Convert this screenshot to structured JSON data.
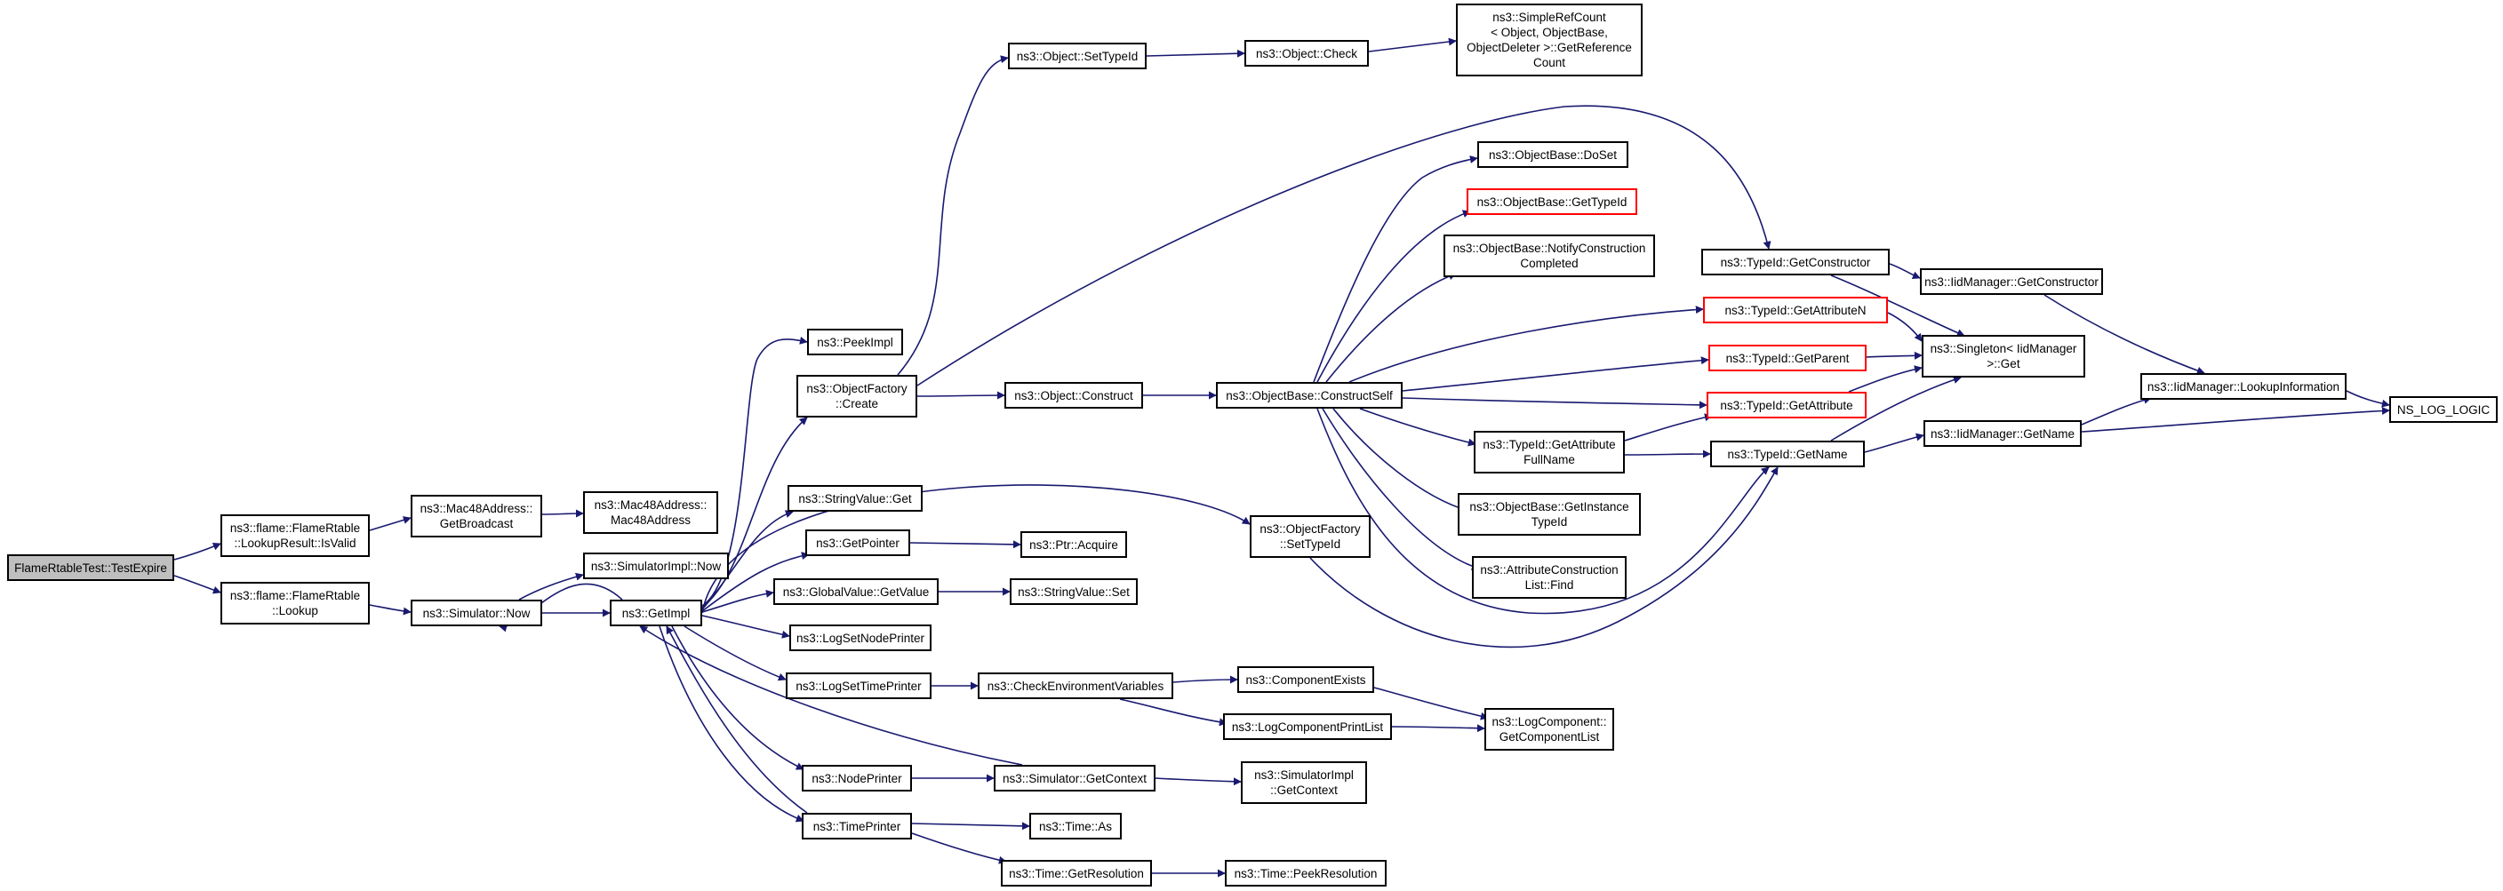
{
  "colors": {
    "edge": "#191970",
    "node_border": "#000000",
    "truncated_border": "#ff0000",
    "root_fill": "#bfbfbf"
  },
  "nodes": {
    "root": "FlameRtableTest::TestExpire",
    "is_valid": "ns3::flame::FlameRtable\n::LookupResult::IsValid",
    "lookup": "ns3::flame::FlameRtable\n::Lookup",
    "get_broadcast": "ns3::Mac48Address::\nGetBroadcast",
    "mac48address": "ns3::Mac48Address::\nMac48Address",
    "simulator_now": "ns3::Simulator::Now",
    "simulatorimpl_now": "ns3::SimulatorImpl::Now",
    "get_impl": "ns3::GetImpl",
    "peek_impl": "ns3::PeekImpl",
    "of_create": "ns3::ObjectFactory\n::Create",
    "stringvalue_get": "ns3::StringValue::Get",
    "get_pointer": "ns3::GetPointer",
    "globalvalue_getvalue": "ns3::GlobalValue::GetValue",
    "log_set_node_printer": "ns3::LogSetNodePrinter",
    "log_set_time_printer": "ns3::LogSetTimePrinter",
    "node_printer": "ns3::NodePrinter",
    "time_printer": "ns3::TimePrinter",
    "object_settypeid": "ns3::Object::SetTypeId",
    "object_construct": "ns3::Object::Construct",
    "ptr_acquire": "ns3::Ptr::Acquire",
    "stringvalue_set": "ns3::StringValue::Set",
    "check_env_vars": "ns3::CheckEnvironmentVariables",
    "simulator_getcontext": "ns3::Simulator::GetContext",
    "time_as": "ns3::Time::As",
    "time_getresolution": "ns3::Time::GetResolution",
    "object_check": "ns3::Object::Check",
    "of_settypeid": "ns3::ObjectFactory\n::SetTypeId",
    "ob_constructself": "ns3::ObjectBase::ConstructSelf",
    "component_exists": "ns3::ComponentExists",
    "log_component_printlist": "ns3::LogComponentPrintList",
    "simulatorimpl_getcontext": "ns3::SimulatorImpl\n::GetContext",
    "time_peekresolution": "ns3::Time::PeekResolution",
    "simplerefcount": "ns3::SimpleRefCount\n< Object, ObjectBase,\nObjectDeleter >::GetReference\nCount",
    "ob_doset": "ns3::ObjectBase::DoSet",
    "ob_gettypeid": "ns3::ObjectBase::GetTypeId",
    "ob_notify": "ns3::ObjectBase::NotifyConstruction\nCompleted",
    "typeid_getattrfullname": "ns3::TypeId::GetAttribute\nFullName",
    "ob_getinstancetypeid": "ns3::ObjectBase::GetInstance\nTypeId",
    "attr_construction_find": "ns3::AttributeConstruction\nList::Find",
    "logcomponent_getlist": "ns3::LogComponent::\nGetComponentList",
    "typeid_getconstructor": "ns3::TypeId::GetConstructor",
    "typeid_getattributen": "ns3::TypeId::GetAttributeN",
    "typeid_getparent": "ns3::TypeId::GetParent",
    "typeid_getattribute": "ns3::TypeId::GetAttribute",
    "typeid_getname": "ns3::TypeId::GetName",
    "iidmanager_getconstructor": "ns3::IidManager::GetConstructor",
    "singleton_get": "ns3::Singleton< IidManager\n >::Get",
    "iidmanager_getname": "ns3::IidManager::GetName",
    "iidmanager_lookupinfo": "ns3::IidManager::LookupInformation",
    "ns_log_logic": "NS_LOG_LOGIC"
  }
}
